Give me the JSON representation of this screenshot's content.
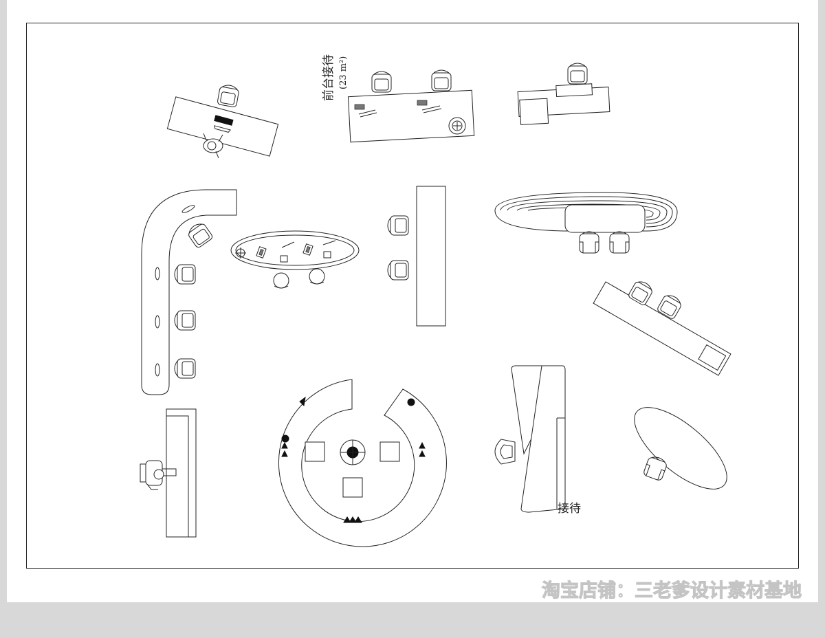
{
  "drawing": {
    "reception_label_line1": "前台接待",
    "reception_label_line2": "(23 m²)",
    "reception_label": "接待",
    "watermark": "淘宝店铺：三老爹设计素材基地"
  }
}
